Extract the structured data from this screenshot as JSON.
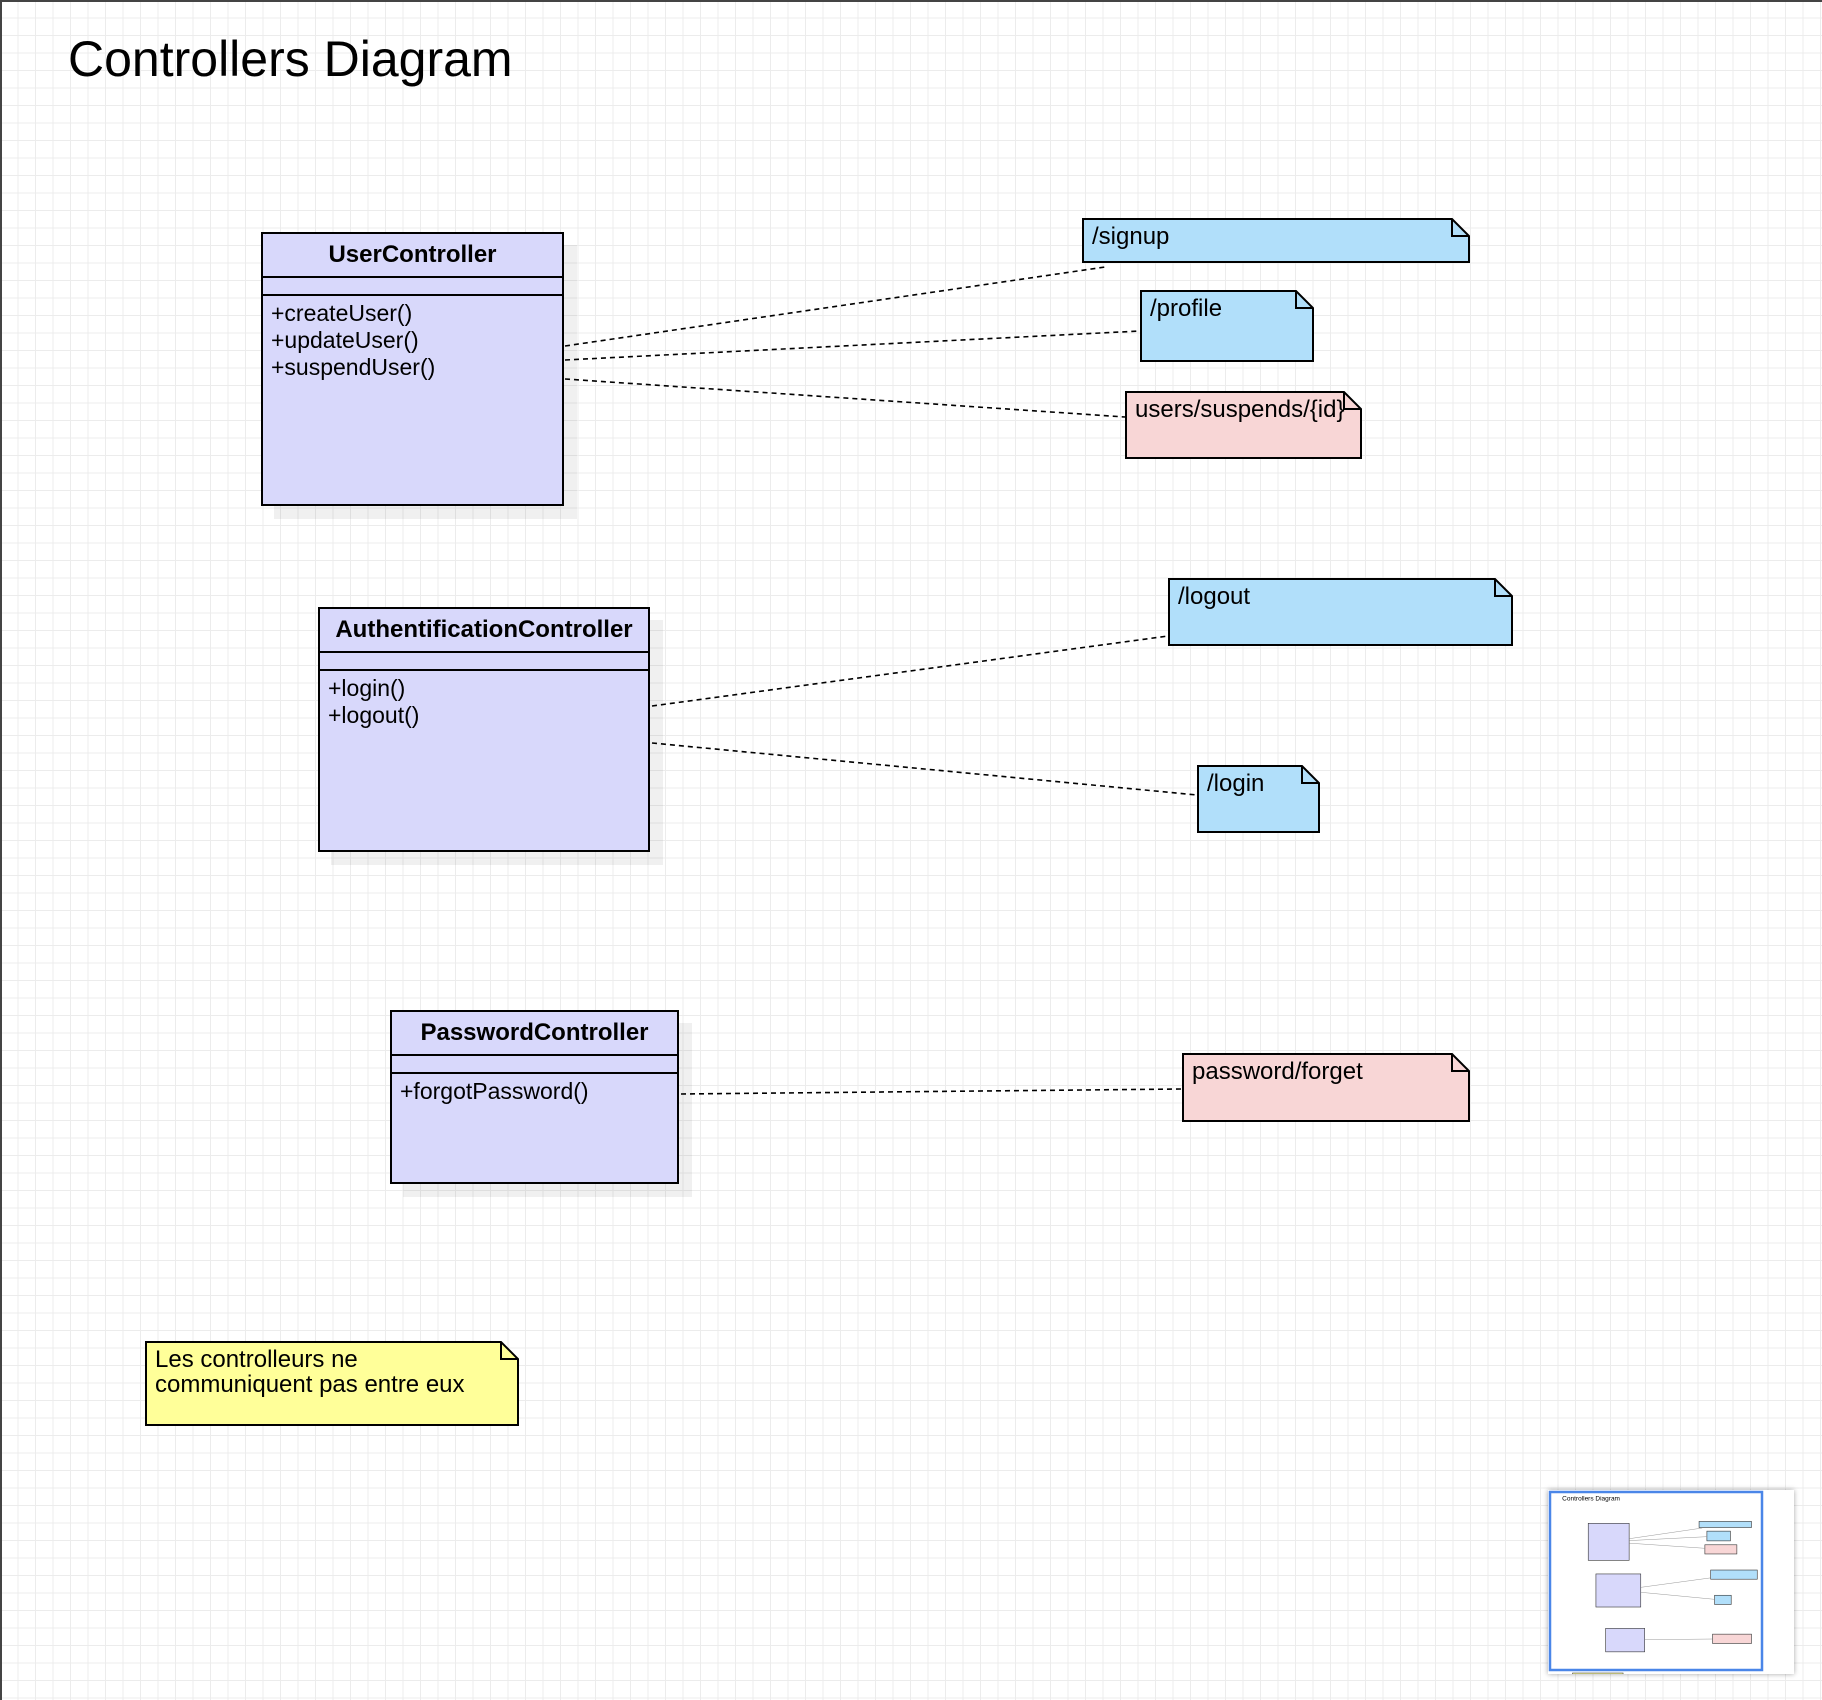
{
  "diagram": {
    "title": "Controllers Diagram",
    "classes": [
      {
        "name": "UserController",
        "operations": [
          "+createUser()",
          "+updateUser()",
          "+suspendUser()"
        ]
      },
      {
        "name": "AuthentificationController",
        "operations": [
          "+login()",
          "+logout()"
        ]
      },
      {
        "name": "PasswordController",
        "operations": [
          "+forgotPassword()"
        ]
      }
    ],
    "notes": [
      {
        "text": "/signup",
        "color": "#b1dffa"
      },
      {
        "text": "/profile",
        "color": "#b1dffa"
      },
      {
        "text": "users/suspends/{id}",
        "color": "#f8d6d6"
      },
      {
        "text": "/logout",
        "color": "#b1dffa"
      },
      {
        "text": "/login",
        "color": "#b1dffa"
      },
      {
        "text": "password/forget",
        "color": "#f8d6d6"
      },
      {
        "text": "Les controlleurs ne\ncommuniquent pas entre eux",
        "color": "#ffff99"
      }
    ],
    "connections": [
      {
        "from": "UserController",
        "to": "/signup",
        "style": "dashed"
      },
      {
        "from": "UserController",
        "to": "/profile",
        "style": "dashed"
      },
      {
        "from": "UserController",
        "to": "users/suspends/{id}",
        "style": "dashed"
      },
      {
        "from": "AuthentificationController",
        "to": "/logout",
        "style": "dashed"
      },
      {
        "from": "AuthentificationController",
        "to": "/login",
        "style": "dashed"
      },
      {
        "from": "PasswordController",
        "to": "password/forget",
        "style": "dashed"
      }
    ],
    "colors": {
      "class_fill": "#d8d8fb",
      "minimap_border": "#4a86e8"
    }
  }
}
